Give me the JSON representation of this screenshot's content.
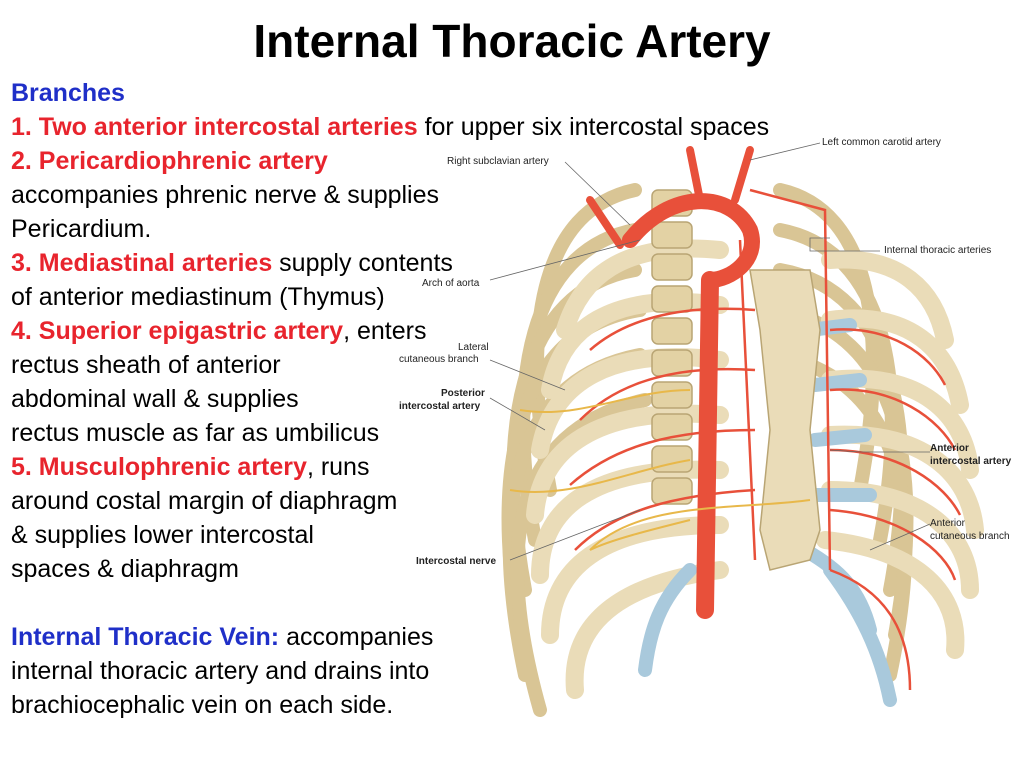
{
  "title": "Internal Thoracic Artery",
  "content": {
    "branches_heading": "Branches",
    "b1_name": "1. Two anterior intercostal arteries",
    "b1_desc": " for upper six intercostal spaces",
    "b2_name": "2. Pericardiophrenic artery",
    "b2_line2": "accompanies phrenic nerve & supplies",
    "b2_line3": "Pericardium.",
    "b3_name": "3. Mediastinal arteries",
    "b3_desc": " supply contents",
    "b3_line2": "of anterior mediastinum (Thymus)",
    "b4_name": "4. Superior epigastric artery",
    "b4_desc": ", enters",
    "b4_line2": "rectus sheath of anterior",
    "b4_line3": "abdominal wall & supplies",
    "b4_line4": "rectus muscle as far as umbilicus",
    "b5_name": "5. Musculophrenic artery",
    "b5_desc": ", runs",
    "b5_line2": "around costal margin of diaphragm",
    "b5_line3": "& supplies lower intercostal",
    "b5_line4": "spaces & diaphragm",
    "vein_name": "Internal Thoracic Vein:",
    "vein_desc": " accompanies",
    "vein_line2": "internal thoracic artery and drains into",
    "vein_line3": "brachiocephalic vein on each side."
  },
  "figure_labels": {
    "right_subclavian": "Right subclavian artery",
    "left_common_carotid": "Left common carotid artery",
    "internal_thoracic": "Internal thoracic arteries",
    "arch_of_aorta": "Arch of aorta",
    "lateral_cutaneous_1": "Lateral",
    "lateral_cutaneous_2": "cutaneous branch",
    "posterior_intercostal_1": "Posterior",
    "posterior_intercostal_2": "intercostal artery",
    "anterior_intercostal_1": "Anterior",
    "anterior_intercostal_2": "intercostal artery",
    "anterior_cutaneous_1": "Anterior",
    "anterior_cutaneous_2": "cutaneous branch",
    "intercostal_nerve": "Intercostal nerve"
  },
  "colors": {
    "heading_red": "#e8242d",
    "heading_blue": "#1f2fc8",
    "bone": "#e8d8b0",
    "artery": "#e8503a",
    "cartilage": "#a9c9dc",
    "nerve": "#e8b84a"
  }
}
